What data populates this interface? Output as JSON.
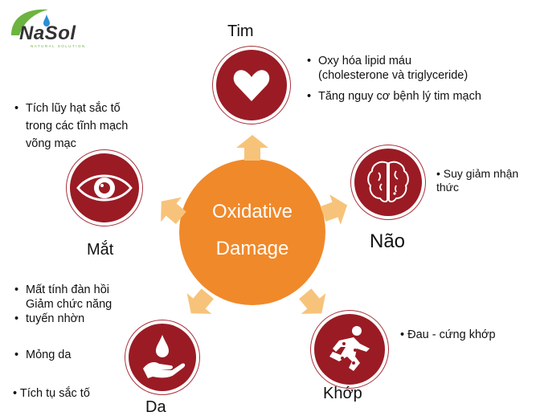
{
  "logo": {
    "name": "NaSol",
    "tagline": "NATURAL SOLUTION"
  },
  "center": {
    "line1": "Oxidative",
    "line2": "Damage",
    "color": "#f0892a"
  },
  "arrow_color": "#f7c37a",
  "icon_color": "#9a1b24",
  "organs": {
    "heart": {
      "label": "Tim",
      "icon": "heart-icon",
      "bullets": [
        "Oxy hóa lipid máu",
        "(cholesterone và triglyceride)",
        "Tăng nguy cơ bệnh lý tim mạch"
      ]
    },
    "eye": {
      "label": "Mắt",
      "icon": "eye-icon",
      "bullets": [
        "Tích lũy hạt sắc tố",
        "trong các tĩnh mạch",
        "võng mạc"
      ]
    },
    "brain": {
      "label": "Não",
      "icon": "brain-icon",
      "bullets": [
        "• Suy giảm nhận",
        "thức"
      ]
    },
    "skin": {
      "label": "Da",
      "icon": "water-drop-hand-icon",
      "bullets": [
        "Mất tính đàn hồi",
        "Giảm chức năng",
        "tuyến nhờn",
        "Mỏng da",
        "• Tích tụ sắc tố"
      ]
    },
    "joint": {
      "label": "Khớp",
      "icon": "running-person-icon",
      "bullets": [
        "• Đau - cứng khớp"
      ]
    }
  }
}
